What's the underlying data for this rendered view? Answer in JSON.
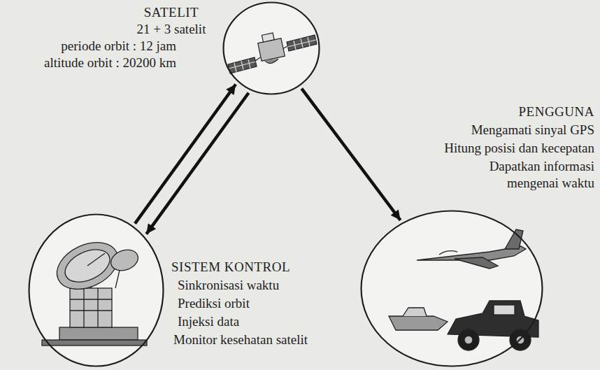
{
  "diagram": {
    "nodes": [
      {
        "text": [
          "SATELIT",
          "21 + 3 satelit",
          "periode orbit : 12 jam",
          "altitude orbit : 20200 km"
        ]
      },
      {
        "text": [
          "SISTEM KONTROL",
          "Sinkronisasi waktu",
          "Prediksi orbit",
          "Injeksi data",
          "Monitor kesehatan satelit"
        ]
      },
      {
        "text": [
          "PENGGUNA",
          "Mengamati sinyal GPS",
          "Hitung posisi dan kecepatan",
          "Dapatkan informasi mengenai waktu"
        ]
      }
    ],
    "edges": [
      {
        "from": 0,
        "to": 1,
        "arrow": "to"
      },
      {
        "from": 1,
        "to": 0,
        "arrow": "to"
      },
      {
        "from": 0,
        "to": 2,
        "arrow": "to"
      }
    ]
  }
}
